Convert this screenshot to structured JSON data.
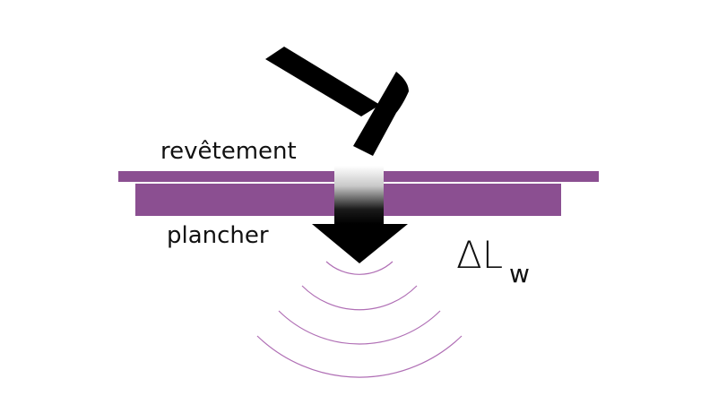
{
  "labels": {
    "covering": "revêtement",
    "floor": "plancher",
    "delta_symbol": "ΔL",
    "subscript": "w"
  },
  "colors": {
    "layer": "#8b4f91",
    "waves": "#b06fb5",
    "hammer": "#000000",
    "arrow": "#000000",
    "background": "#ffffff"
  },
  "icons": {
    "impact_tool": "hammer-icon",
    "impact_direction": "arrow-down-icon",
    "sound_emission": "sound-waves-icon"
  },
  "wave_count": 4
}
